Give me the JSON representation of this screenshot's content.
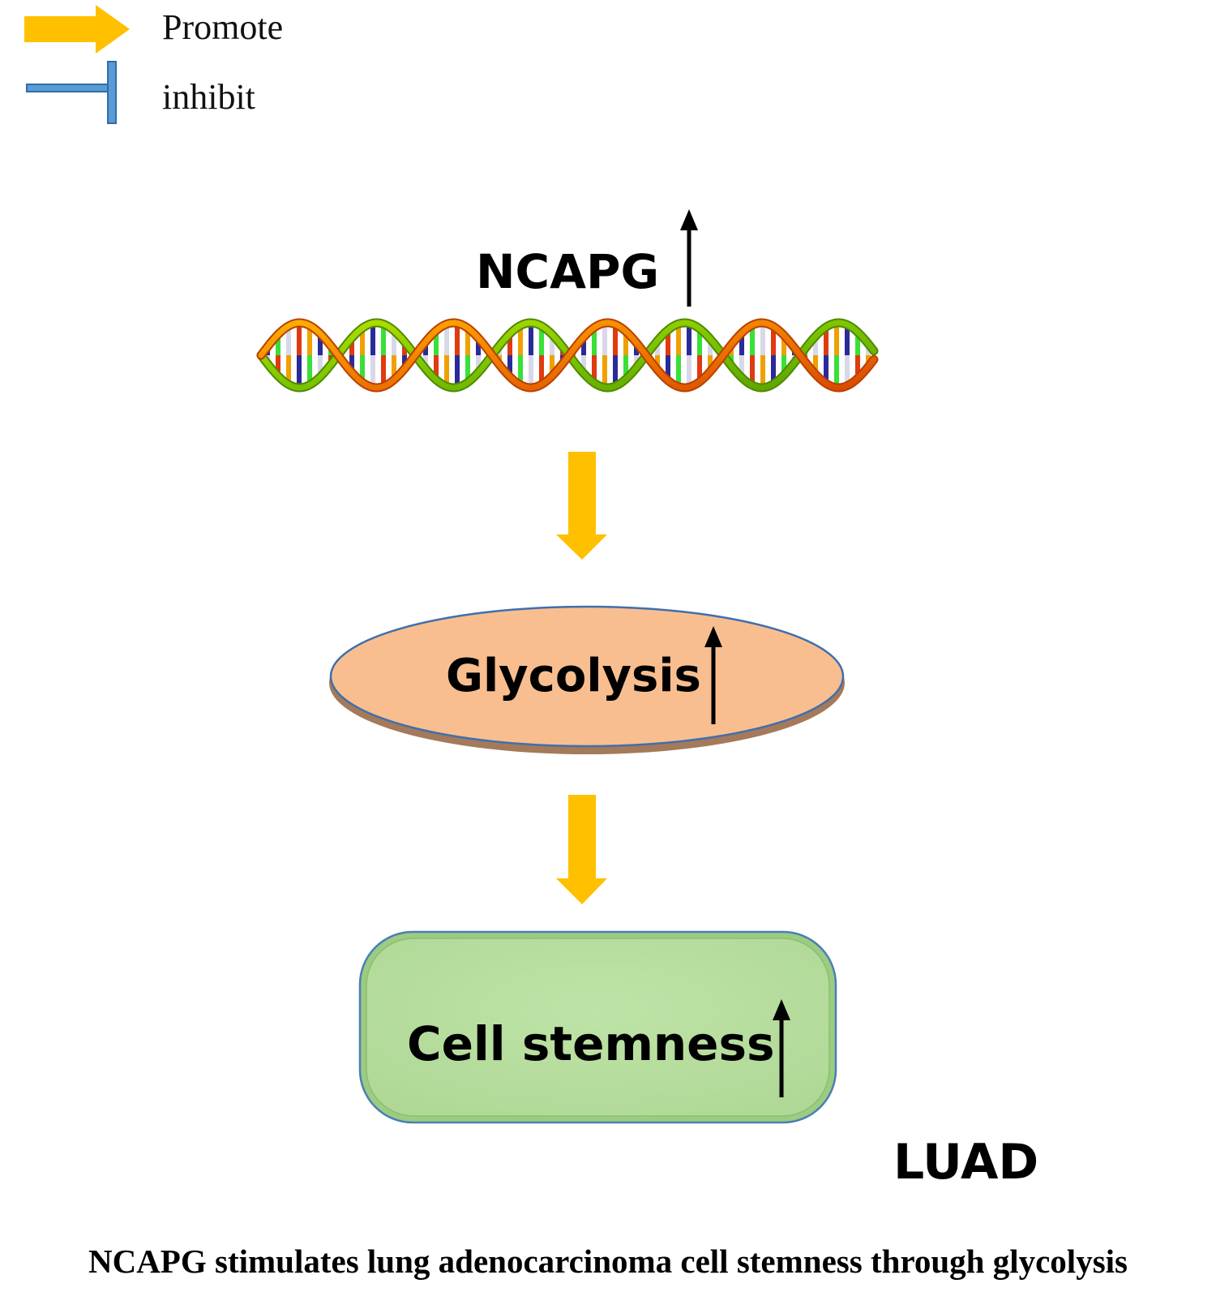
{
  "legend": {
    "promote_label": "Promote",
    "inhibit_label": "inhibit",
    "promote_color": "#FFC000",
    "inhibit_color": "#5B9BD5"
  },
  "nodes": {
    "gene": {
      "label": "NCAPG",
      "trend": "up"
    },
    "process": {
      "label": "Glycolysis",
      "trend": "up",
      "fill": "#F9BE8F",
      "shadow": "#A47A5A"
    },
    "outcome": {
      "label": "Cell stemness",
      "trend": "up",
      "fill": "#B6DE9E",
      "border": "#4A7FB5"
    }
  },
  "context_label": "LUAD",
  "caption": "NCAPG stimulates lung adenocarcinoma cell stemness through glycolysis"
}
